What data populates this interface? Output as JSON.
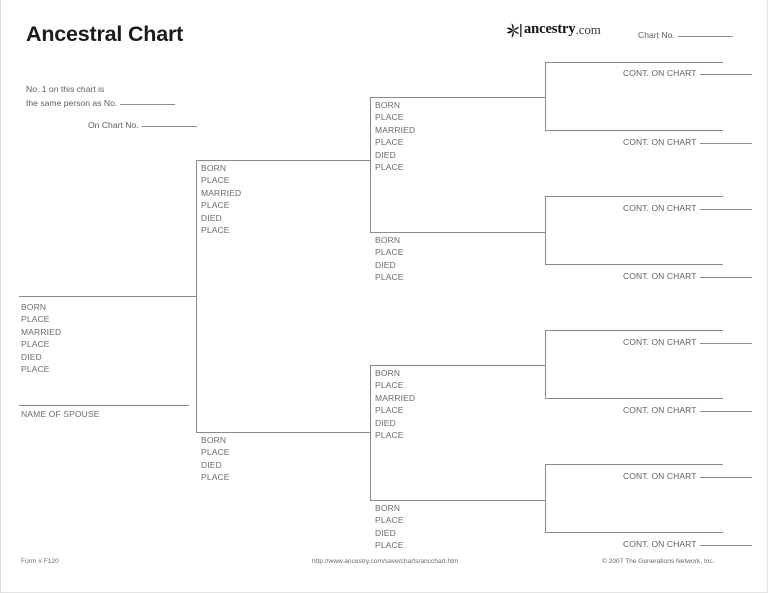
{
  "page": {
    "title": "Ancestral Chart"
  },
  "brand": {
    "icon": "ancestry-leaf-icon",
    "name": "ancestry",
    "tld": ".com"
  },
  "chart_no": {
    "label": "Chart No.",
    "value": ""
  },
  "note": {
    "line1": "No. 1 on this chart is",
    "line2": "the same person as No.",
    "line3": "On Chart No.",
    "value2": "",
    "value3": ""
  },
  "labels": {
    "born": "BORN",
    "place": "PLACE",
    "married": "MARRIED",
    "died": "DIED",
    "name_of_spouse": "NAME OF SPOUSE",
    "cont_on_chart": "CONT. ON CHART"
  },
  "persons": {
    "p1": {
      "name": "",
      "facts": [
        "BORN",
        "PLACE",
        "MARRIED",
        "PLACE",
        "DIED",
        "PLACE"
      ],
      "spouse_label": "NAME OF SPOUSE",
      "spouse_name": ""
    },
    "p2": {
      "name": "",
      "facts": [
        "BORN",
        "PLACE",
        "MARRIED",
        "PLACE",
        "DIED",
        "PLACE"
      ]
    },
    "p3": {
      "name": "",
      "facts": [
        "BORN",
        "PLACE",
        "DIED",
        "PLACE"
      ]
    },
    "p4": {
      "name": "",
      "facts": [
        "BORN",
        "PLACE",
        "MARRIED",
        "PLACE",
        "DIED",
        "PLACE"
      ]
    },
    "p5": {
      "name": "",
      "facts": [
        "BORN",
        "PLACE",
        "DIED",
        "PLACE"
      ]
    },
    "p6": {
      "name": "",
      "facts": [
        "BORN",
        "PLACE",
        "MARRIED",
        "PLACE",
        "DIED",
        "PLACE"
      ]
    },
    "p7": {
      "name": "",
      "facts": [
        "BORN",
        "PLACE",
        "DIED",
        "PLACE"
      ]
    },
    "p8": {
      "name": "",
      "cont_label": "CONT. ON CHART",
      "cont_value": ""
    },
    "p9": {
      "name": "",
      "cont_label": "CONT. ON CHART",
      "cont_value": ""
    },
    "p10": {
      "name": "",
      "cont_label": "CONT. ON CHART",
      "cont_value": ""
    },
    "p11": {
      "name": "",
      "cont_label": "CONT. ON CHART",
      "cont_value": ""
    },
    "p12": {
      "name": "",
      "cont_label": "CONT. ON CHART",
      "cont_value": ""
    },
    "p13": {
      "name": "",
      "cont_label": "CONT. ON CHART",
      "cont_value": ""
    },
    "p14": {
      "name": "",
      "cont_label": "CONT. ON CHART",
      "cont_value": ""
    },
    "p15": {
      "name": "",
      "cont_label": "CONT. ON CHART",
      "cont_value": ""
    }
  },
  "footer": {
    "form": "Form # F120",
    "url": "http://www.ancestry.com/save/charts/ancchart.htm",
    "copyright": "© 2007 The Generations Network, Inc."
  },
  "colors": {
    "line": "#8a8a90",
    "text": "#6a6a72",
    "title": "#1b1b1b",
    "paper": "#ffffff"
  }
}
